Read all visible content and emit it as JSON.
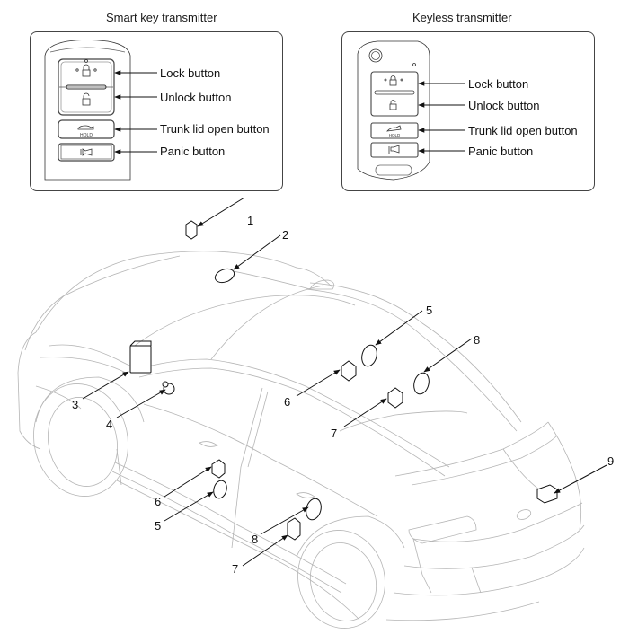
{
  "smart_key": {
    "title": "Smart key transmitter",
    "labels": [
      "Lock button",
      "Unlock button",
      "Trunk lid open button",
      "Panic button"
    ],
    "hold_text": "HOLD"
  },
  "keyless": {
    "title": "Keyless transmitter",
    "labels": [
      "Lock button",
      "Unlock button",
      "Trunk lid open button",
      "Panic button"
    ],
    "hold_text": "HOLD"
  },
  "car_diagram": {
    "callouts": [
      "1",
      "2",
      "3",
      "4",
      "5",
      "6",
      "7",
      "8",
      "9"
    ],
    "callout_instances": [
      {
        "id": "1"
      },
      {
        "id": "2"
      },
      {
        "id": "3"
      },
      {
        "id": "4"
      },
      {
        "id": "5"
      },
      {
        "id": "6"
      },
      {
        "id": "7"
      },
      {
        "id": "8"
      },
      {
        "id": "6"
      },
      {
        "id": "5"
      },
      {
        "id": "8"
      },
      {
        "id": "7"
      },
      {
        "id": "9"
      }
    ]
  }
}
